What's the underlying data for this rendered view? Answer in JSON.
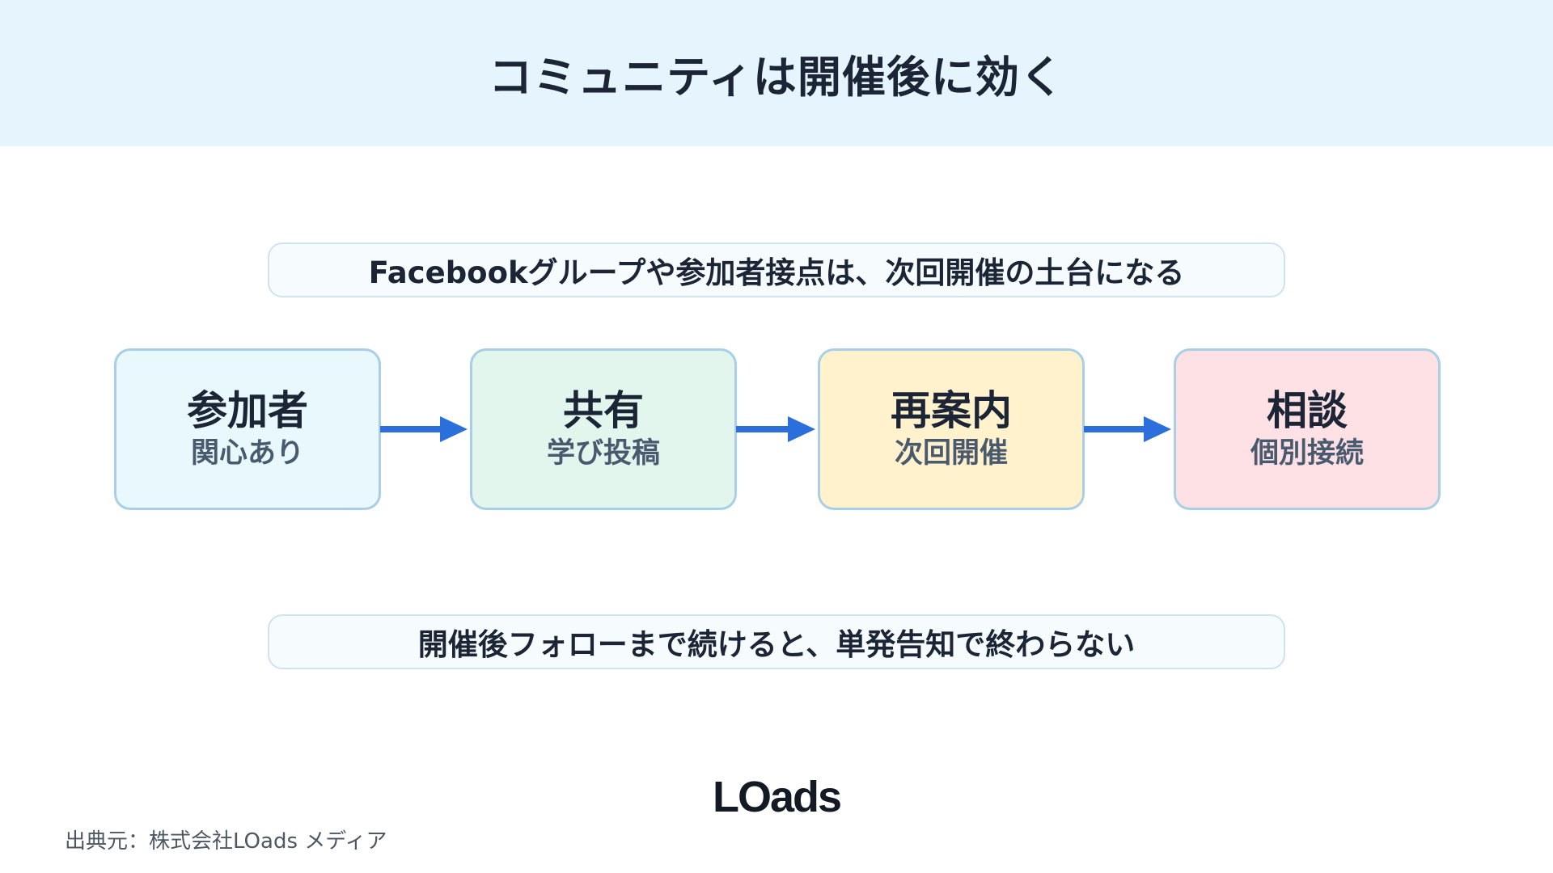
{
  "header": {
    "title": "コミュニティは開催後に効く"
  },
  "top_note": "Facebookグループや参加者接点は、次回開催の土台になる",
  "steps": [
    {
      "title": "参加者",
      "subtitle": "関心あり",
      "color": "#e8f8fd"
    },
    {
      "title": "共有",
      "subtitle": "学び投稿",
      "color": "#e2f6ee"
    },
    {
      "title": "再案内",
      "subtitle": "次回開催",
      "color": "#fff2cc"
    },
    {
      "title": "相談",
      "subtitle": "個別接続",
      "color": "#fde1e4"
    }
  ],
  "bottom_note": "開催後フォローまで続けると、単発告知で終わらない",
  "logo": "LOads",
  "source": "出典元：株式会社LOads メディア",
  "colors": {
    "arrow": "#2a6fdb",
    "header_bg": "#e6f4fd",
    "border": "#a9cfe6"
  }
}
